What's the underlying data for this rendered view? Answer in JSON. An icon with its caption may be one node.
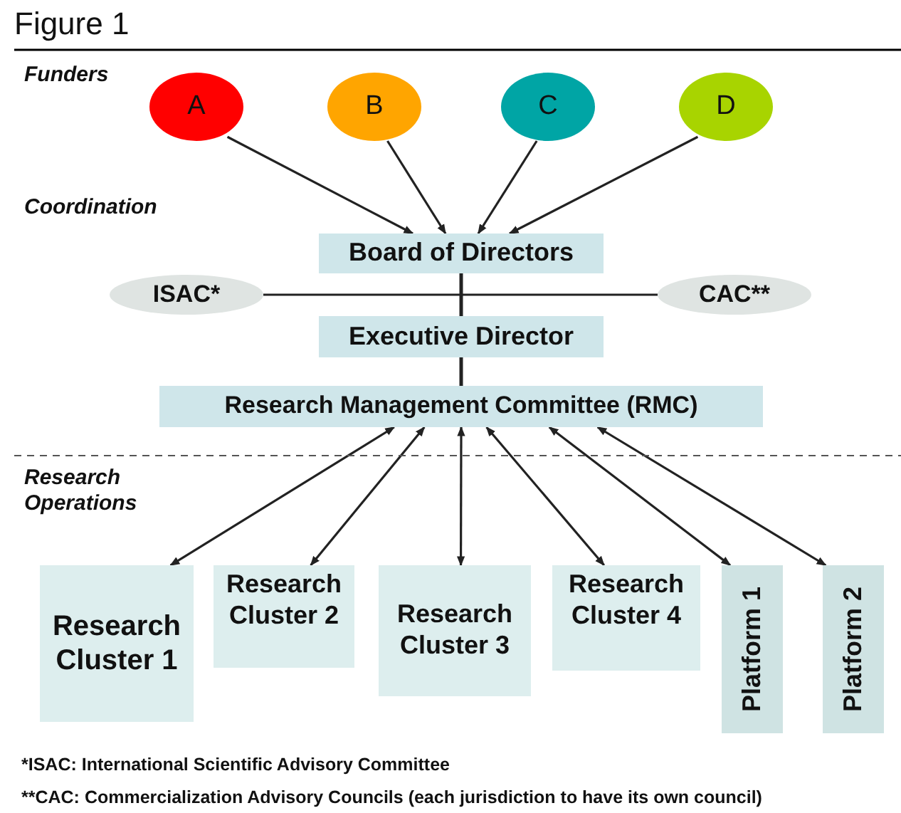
{
  "diagram": {
    "title": "Figure 1",
    "nodes": [
      {
        "text": [
          "A"
        ]
      },
      {
        "text": [
          "B"
        ]
      },
      {
        "text": [
          "C"
        ]
      },
      {
        "text": [
          "D"
        ]
      },
      {
        "text": [
          "Board of Directors"
        ]
      },
      {
        "text": [
          "ISAC*"
        ]
      },
      {
        "text": [
          "CAC**"
        ]
      },
      {
        "text": [
          "Executive Director"
        ]
      },
      {
        "text": [
          "Research Management Committee (RMC)"
        ]
      },
      {
        "text": [
          "Research Cluster 1"
        ]
      },
      {
        "text": [
          "Research Cluster 2"
        ]
      },
      {
        "text": [
          "Research Cluster 3"
        ]
      },
      {
        "text": [
          "Research Cluster 4"
        ]
      },
      {
        "text": [
          "Platform 1"
        ]
      },
      {
        "text": [
          "Platform 2"
        ]
      }
    ],
    "edges": [
      {
        "from": 0,
        "to": 4,
        "arrow": "to"
      },
      {
        "from": 1,
        "to": 4,
        "arrow": "to"
      },
      {
        "from": 2,
        "to": 4,
        "arrow": "to"
      },
      {
        "from": 3,
        "to": 4,
        "arrow": "to"
      },
      {
        "from": 5,
        "to": 6,
        "arrow": "none"
      },
      {
        "from": 4,
        "to": 7,
        "arrow": "none"
      },
      {
        "from": 7,
        "to": 8,
        "arrow": "none"
      },
      {
        "from": 8,
        "to": 9,
        "arrow": "both"
      },
      {
        "from": 8,
        "to": 10,
        "arrow": "both"
      },
      {
        "from": 8,
        "to": 11,
        "arrow": "both"
      },
      {
        "from": 8,
        "to": 12,
        "arrow": "both"
      },
      {
        "from": 8,
        "to": 13,
        "arrow": "both"
      },
      {
        "from": 8,
        "to": 14,
        "arrow": "both"
      }
    ],
    "labels": [
      "Funders",
      "Coordination",
      "Research Operations",
      "*ISAC: International Scientific Advisory Committee",
      "**CAC: Commercialization Advisory Councils (each jurisdiction to have its own council)"
    ]
  }
}
